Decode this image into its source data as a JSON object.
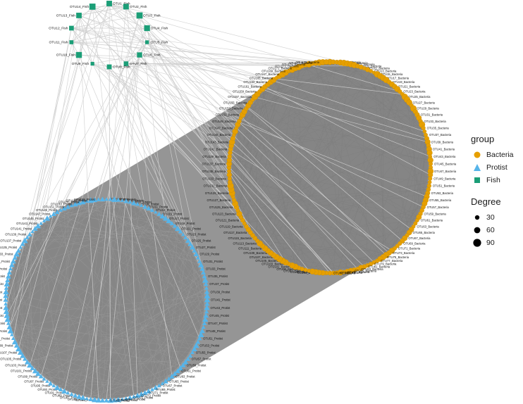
{
  "chart_data": {
    "type": "network",
    "legend": {
      "group_title": "group",
      "groups": [
        {
          "name": "Bacteria",
          "color": "#E69F00",
          "shape": "circle"
        },
        {
          "name": "Protist",
          "color": "#56B4E9",
          "shape": "triangle"
        },
        {
          "name": "Fish",
          "color": "#1B9E77",
          "shape": "square"
        }
      ],
      "degree_title": "Degree",
      "degree_levels": [
        "30",
        "60",
        "90"
      ]
    },
    "node_label_suffix": {
      "bacteria": "_Bacteria",
      "protist": "_Protist",
      "fish": "_Fish"
    },
    "node_counts": {
      "bacteria": 180,
      "protist": 160,
      "fish": 14
    },
    "edge_color": "#8c8c8c"
  }
}
